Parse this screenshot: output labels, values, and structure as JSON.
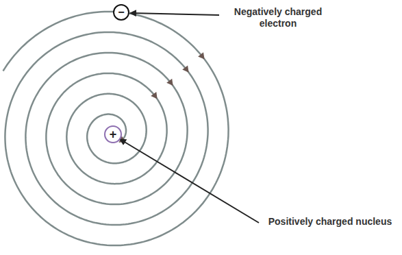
{
  "diagram": {
    "nodes": [
      {
        "text": [
          "−"
        ]
      },
      {
        "text": [
          "+"
        ]
      }
    ],
    "labels": [
      "Negatively charged electron",
      "Positively charged nucleus"
    ]
  }
}
